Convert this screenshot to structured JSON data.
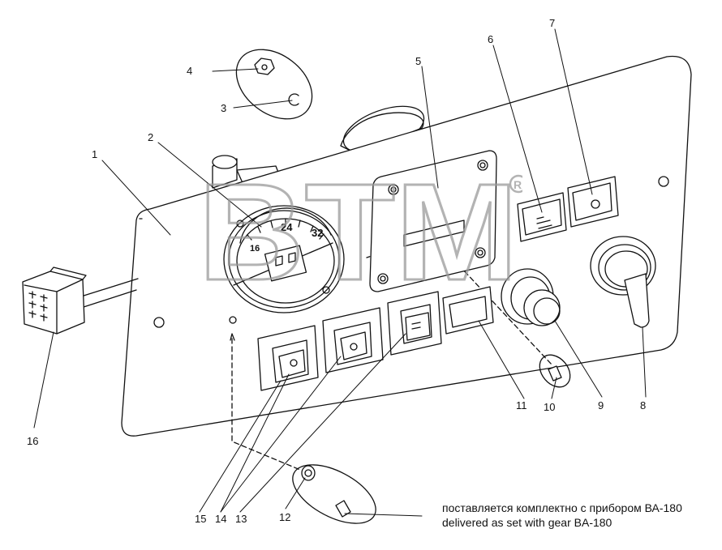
{
  "callouts": {
    "c1": "1",
    "c2": "2",
    "c3": "3",
    "c4": "4",
    "c5": "5",
    "c6": "6",
    "c7": "7",
    "c8": "8",
    "c9": "9",
    "c10": "10",
    "c11": "11",
    "c12": "12",
    "c13": "13",
    "c14": "14",
    "c15": "15",
    "c16": "16"
  },
  "gauge_scale": {
    "t1": "16",
    "t2": "24",
    "t3": "32"
  },
  "note": {
    "ru": "поставляется комплектно с прибором ВА-180",
    "en": "delivered as set with gear  BA-180"
  },
  "watermark_text": "BTM",
  "colors": {
    "line": "#111111",
    "watermark": "#9a9a9a",
    "paper": "#ffffff"
  }
}
